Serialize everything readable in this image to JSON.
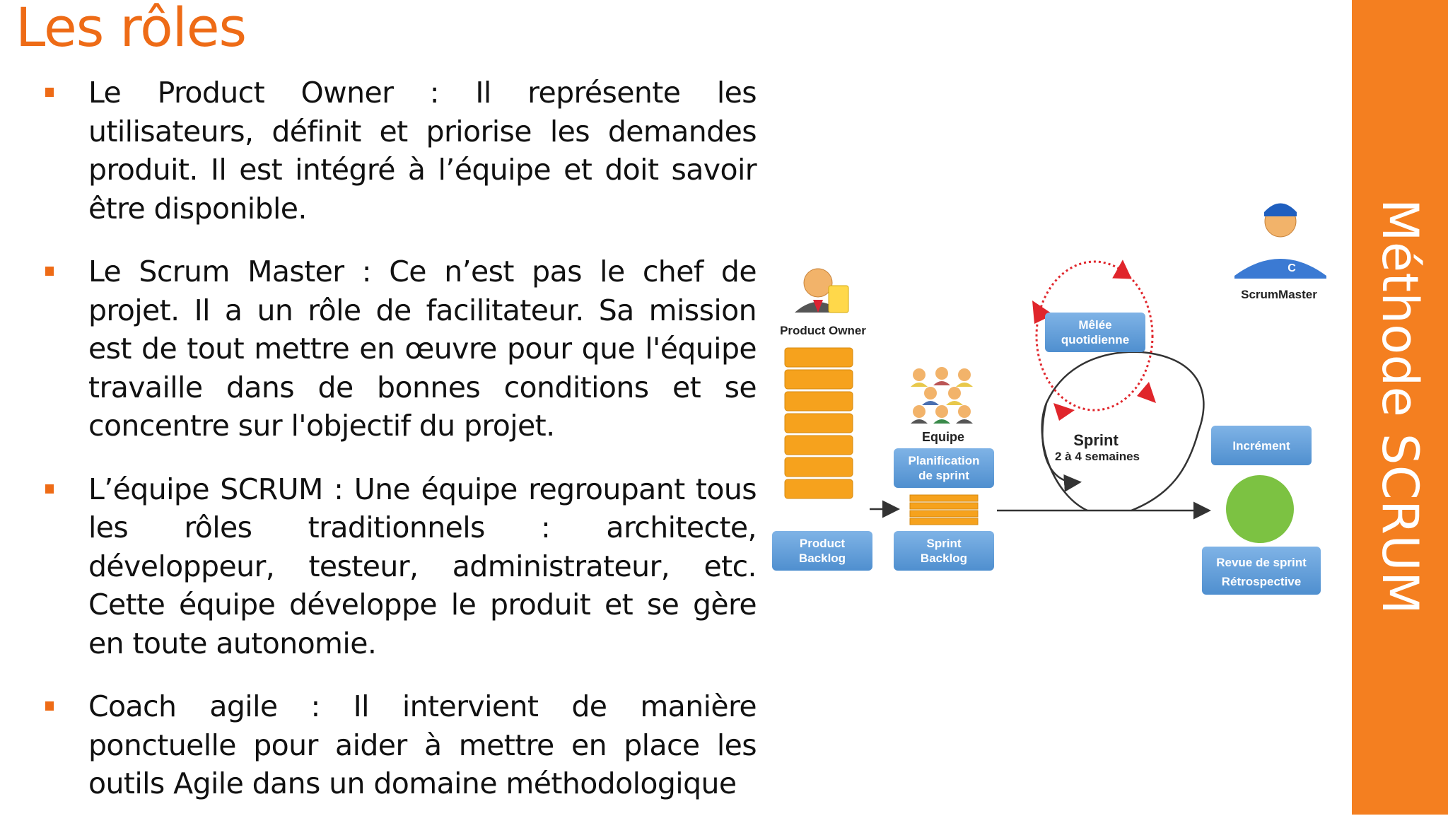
{
  "slide": {
    "title": "Les rôles",
    "side_label": "Méthode SCRUM",
    "accent_color": "#ee6b16",
    "bullets": [
      {
        "text": "Le Product Owner : Il représente les utilisateurs, définit et priorise les demandes produit. Il est intégré à l’équipe et doit savoir être disponible."
      },
      {
        "text": "Le Scrum Master : Ce n’est pas le chef de projet. Il a un rôle de facilitateur. Sa mission est de tout mettre en œuvre pour que l'équipe travaille dans de bonnes conditions et se concentre sur l'objectif du projet."
      },
      {
        "text": "L’équipe SCRUM : Une équipe regroupant tous les rôles traditionnels : architecte, développeur, testeur, administrateur, etc. Cette équipe développe le produit et se gère en toute autonomie."
      },
      {
        "text": "Coach agile : Il intervient de manière ponctuelle pour aider à mettre en place les outils Agile dans un domaine méthodologique"
      }
    ]
  },
  "diagram": {
    "product_owner": "Product Owner",
    "product_backlog": [
      "Product",
      "Backlog"
    ],
    "team": "Equipe",
    "sprint_planning": [
      "Planification",
      "de sprint"
    ],
    "sprint_backlog": [
      "Sprint",
      "Backlog"
    ],
    "daily_scrum": [
      "Mêlée",
      "quotidienne"
    ],
    "sprint": "Sprint",
    "sprint_duration": "2 à 4 semaines",
    "scrum_master": "ScrumMaster",
    "increment": "Incrément",
    "review": [
      "Revue de sprint",
      "Rétrospective"
    ],
    "colors": {
      "box_blue": "#5b9bd5",
      "backlog_orange": "#f6a21d",
      "increment_green": "#7cc242",
      "arrow_red": "#e0252b"
    }
  }
}
